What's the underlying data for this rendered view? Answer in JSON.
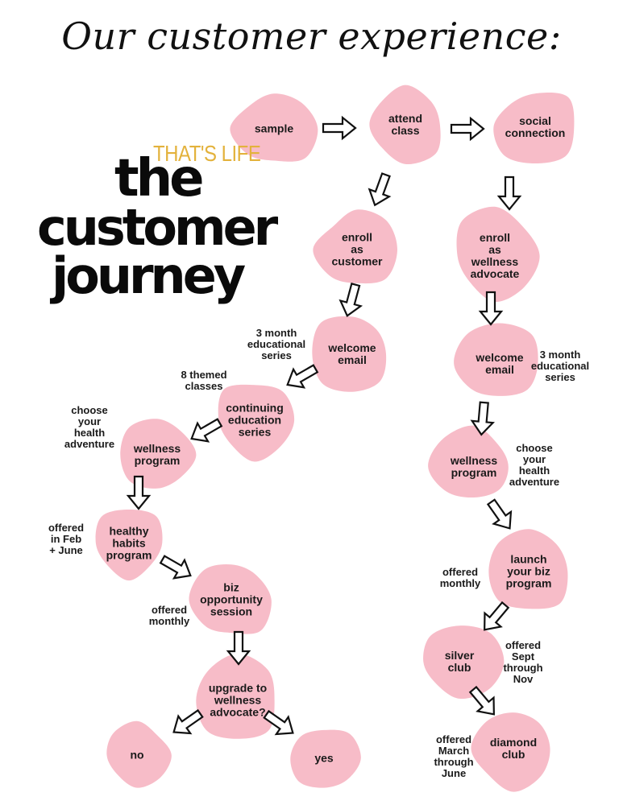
{
  "title": "Our customer experience:",
  "brand_tag": "THAT'S LIFE",
  "big_title": {
    "line1": "the",
    "line2": "customer",
    "line3": "journey"
  },
  "colors": {
    "blob": "#f7bcc8",
    "text": "#1a1a1a",
    "brand": "#e3b23c",
    "arrow": "#111111"
  },
  "nodes": [
    {
      "id": "sample",
      "label": "sample"
    },
    {
      "id": "attend-class",
      "label": "attend\nclass"
    },
    {
      "id": "social-connection",
      "label": "social\nconnection"
    },
    {
      "id": "enroll-customer",
      "label": "enroll\nas\ncustomer"
    },
    {
      "id": "enroll-wellness-advocate",
      "label": "enroll\nas\nwellness\nadvocate"
    },
    {
      "id": "welcome-email-left",
      "label": "welcome\nemail"
    },
    {
      "id": "welcome-email-right",
      "label": "welcome\nemail"
    },
    {
      "id": "continuing-education",
      "label": "continuing\neducation\nseries"
    },
    {
      "id": "wellness-program-left",
      "label": "wellness\nprogram"
    },
    {
      "id": "wellness-program-right",
      "label": "wellness\nprogram"
    },
    {
      "id": "healthy-habits",
      "label": "healthy\nhabits\nprogram"
    },
    {
      "id": "launch-biz",
      "label": "launch\nyour biz\nprogram"
    },
    {
      "id": "biz-opportunity",
      "label": "biz\nopportunity\nsession"
    },
    {
      "id": "silver-club",
      "label": "silver\nclub"
    },
    {
      "id": "upgrade",
      "label": "upgrade to\nwellness\nadvocate?"
    },
    {
      "id": "diamond-club",
      "label": "diamond\nclub"
    },
    {
      "id": "no",
      "label": "no"
    },
    {
      "id": "yes",
      "label": "yes"
    }
  ],
  "annotations": [
    {
      "id": "three-month-left",
      "text": "3 month\neducational\nseries"
    },
    {
      "id": "eight-themed",
      "text": "8 themed\nclasses"
    },
    {
      "id": "choose-left",
      "text": "choose\nyour\nhealth\nadventure"
    },
    {
      "id": "feb-june",
      "text": "offered\nin Feb\n+ June"
    },
    {
      "id": "monthly-left",
      "text": "offered\nmonthly"
    },
    {
      "id": "three-month-right",
      "text": "3 month\neducational\nseries"
    },
    {
      "id": "choose-right",
      "text": "choose\nyour\nhealth\nadventure"
    },
    {
      "id": "monthly-right",
      "text": "offered\nmonthly"
    },
    {
      "id": "sept-nov",
      "text": "offered\nSept\nthrough\nNov"
    },
    {
      "id": "march-june",
      "text": "offered\nMarch\nthrough\nJune"
    }
  ],
  "edges": [
    {
      "from": "sample",
      "to": "attend-class"
    },
    {
      "from": "attend-class",
      "to": "social-connection"
    },
    {
      "from": "attend-class",
      "to": "enroll-customer"
    },
    {
      "from": "social-connection",
      "to": "enroll-wellness-advocate"
    },
    {
      "from": "enroll-customer",
      "to": "welcome-email-left"
    },
    {
      "from": "welcome-email-left",
      "to": "continuing-education"
    },
    {
      "from": "continuing-education",
      "to": "wellness-program-left"
    },
    {
      "from": "wellness-program-left",
      "to": "healthy-habits"
    },
    {
      "from": "healthy-habits",
      "to": "biz-opportunity"
    },
    {
      "from": "biz-opportunity",
      "to": "upgrade"
    },
    {
      "from": "upgrade",
      "to": "no"
    },
    {
      "from": "upgrade",
      "to": "yes"
    },
    {
      "from": "enroll-wellness-advocate",
      "to": "welcome-email-right"
    },
    {
      "from": "welcome-email-right",
      "to": "wellness-program-right"
    },
    {
      "from": "wellness-program-right",
      "to": "launch-biz"
    },
    {
      "from": "launch-biz",
      "to": "silver-club"
    },
    {
      "from": "silver-club",
      "to": "diamond-club"
    }
  ]
}
